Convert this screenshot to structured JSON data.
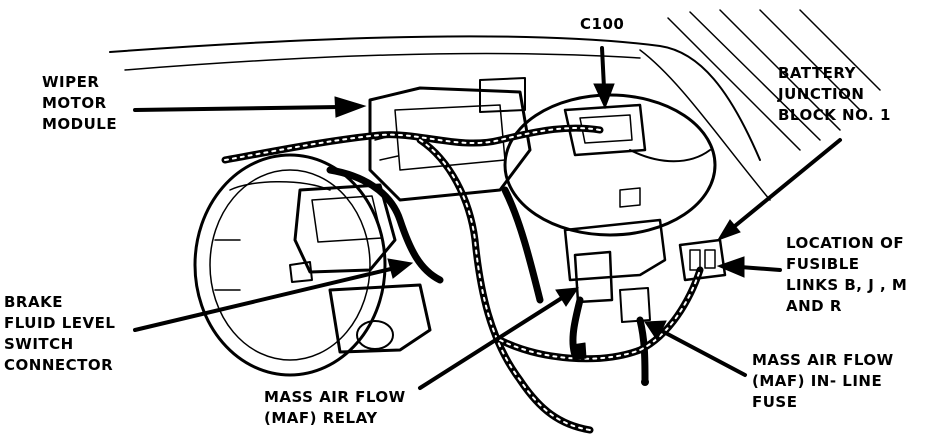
{
  "labels": {
    "c100": [
      "C100"
    ],
    "wiper": [
      "WIPER",
      "MOTOR",
      "MODULE"
    ],
    "battery": [
      "BATTERY",
      "JUNCTION",
      "BLOCK NO. 1"
    ],
    "fusible": [
      "LOCATION OF",
      "FUSIBLE",
      "LINKS B, J , M",
      "AND R"
    ],
    "brake": [
      "BRAKE",
      "FLUID LEVEL",
      "SWITCH",
      "CONNECTOR"
    ],
    "maf_relay": [
      "MASS AIR FLOW",
      "(MAF) RELAY"
    ],
    "maf_fuse": [
      "MASS AIR FLOW",
      "(MAF) IN- LINE",
      "FUSE"
    ]
  },
  "colors": {
    "ink": "#000000",
    "paper": "#ffffff"
  }
}
